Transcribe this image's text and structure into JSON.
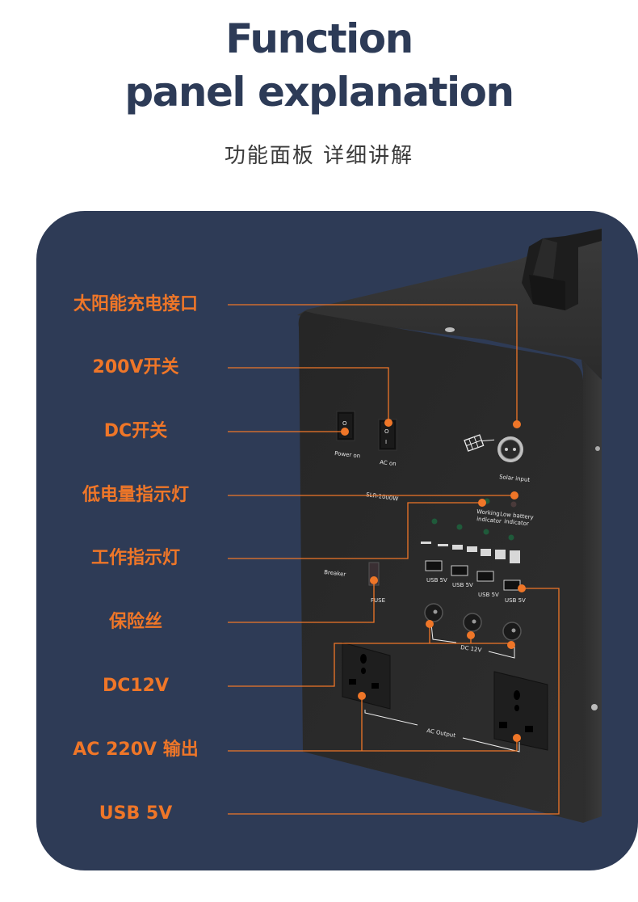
{
  "header": {
    "title_line1": "Function",
    "title_line2": "panel explanation",
    "subtitle": "功能面板 详细讲解"
  },
  "colors": {
    "title": "#2d3b57",
    "card_background": "#2e3b56",
    "accent_orange": "#ef7628",
    "device_body": "#2a2a2a"
  },
  "callouts": [
    {
      "label": "太阳能充电接口"
    },
    {
      "label": "200V开关"
    },
    {
      "label": "DC开关"
    },
    {
      "label": "低电量指示灯"
    },
    {
      "label": "工作指示灯"
    },
    {
      "label": "保险丝"
    },
    {
      "label": "DC12V"
    },
    {
      "label": "AC 220V 输出"
    },
    {
      "label": "USB 5V"
    }
  ],
  "device_panel": {
    "power_switch_label": "Power on",
    "ac_switch_label": "AC on",
    "solar_input_label": "Solar input",
    "model_label": "SLR-1000W",
    "working_indicator_label": "Working indicator",
    "low_battery_indicator_label": "Low battery indicator",
    "breaker_label": "Breaker",
    "fuse_label": "FUSE",
    "usb_port_labels": [
      "USB 5V",
      "USB 5V",
      "USB 5V",
      "USB 5V"
    ],
    "dc_output_label": "DC 12V",
    "ac_output_label": "AC Output"
  }
}
